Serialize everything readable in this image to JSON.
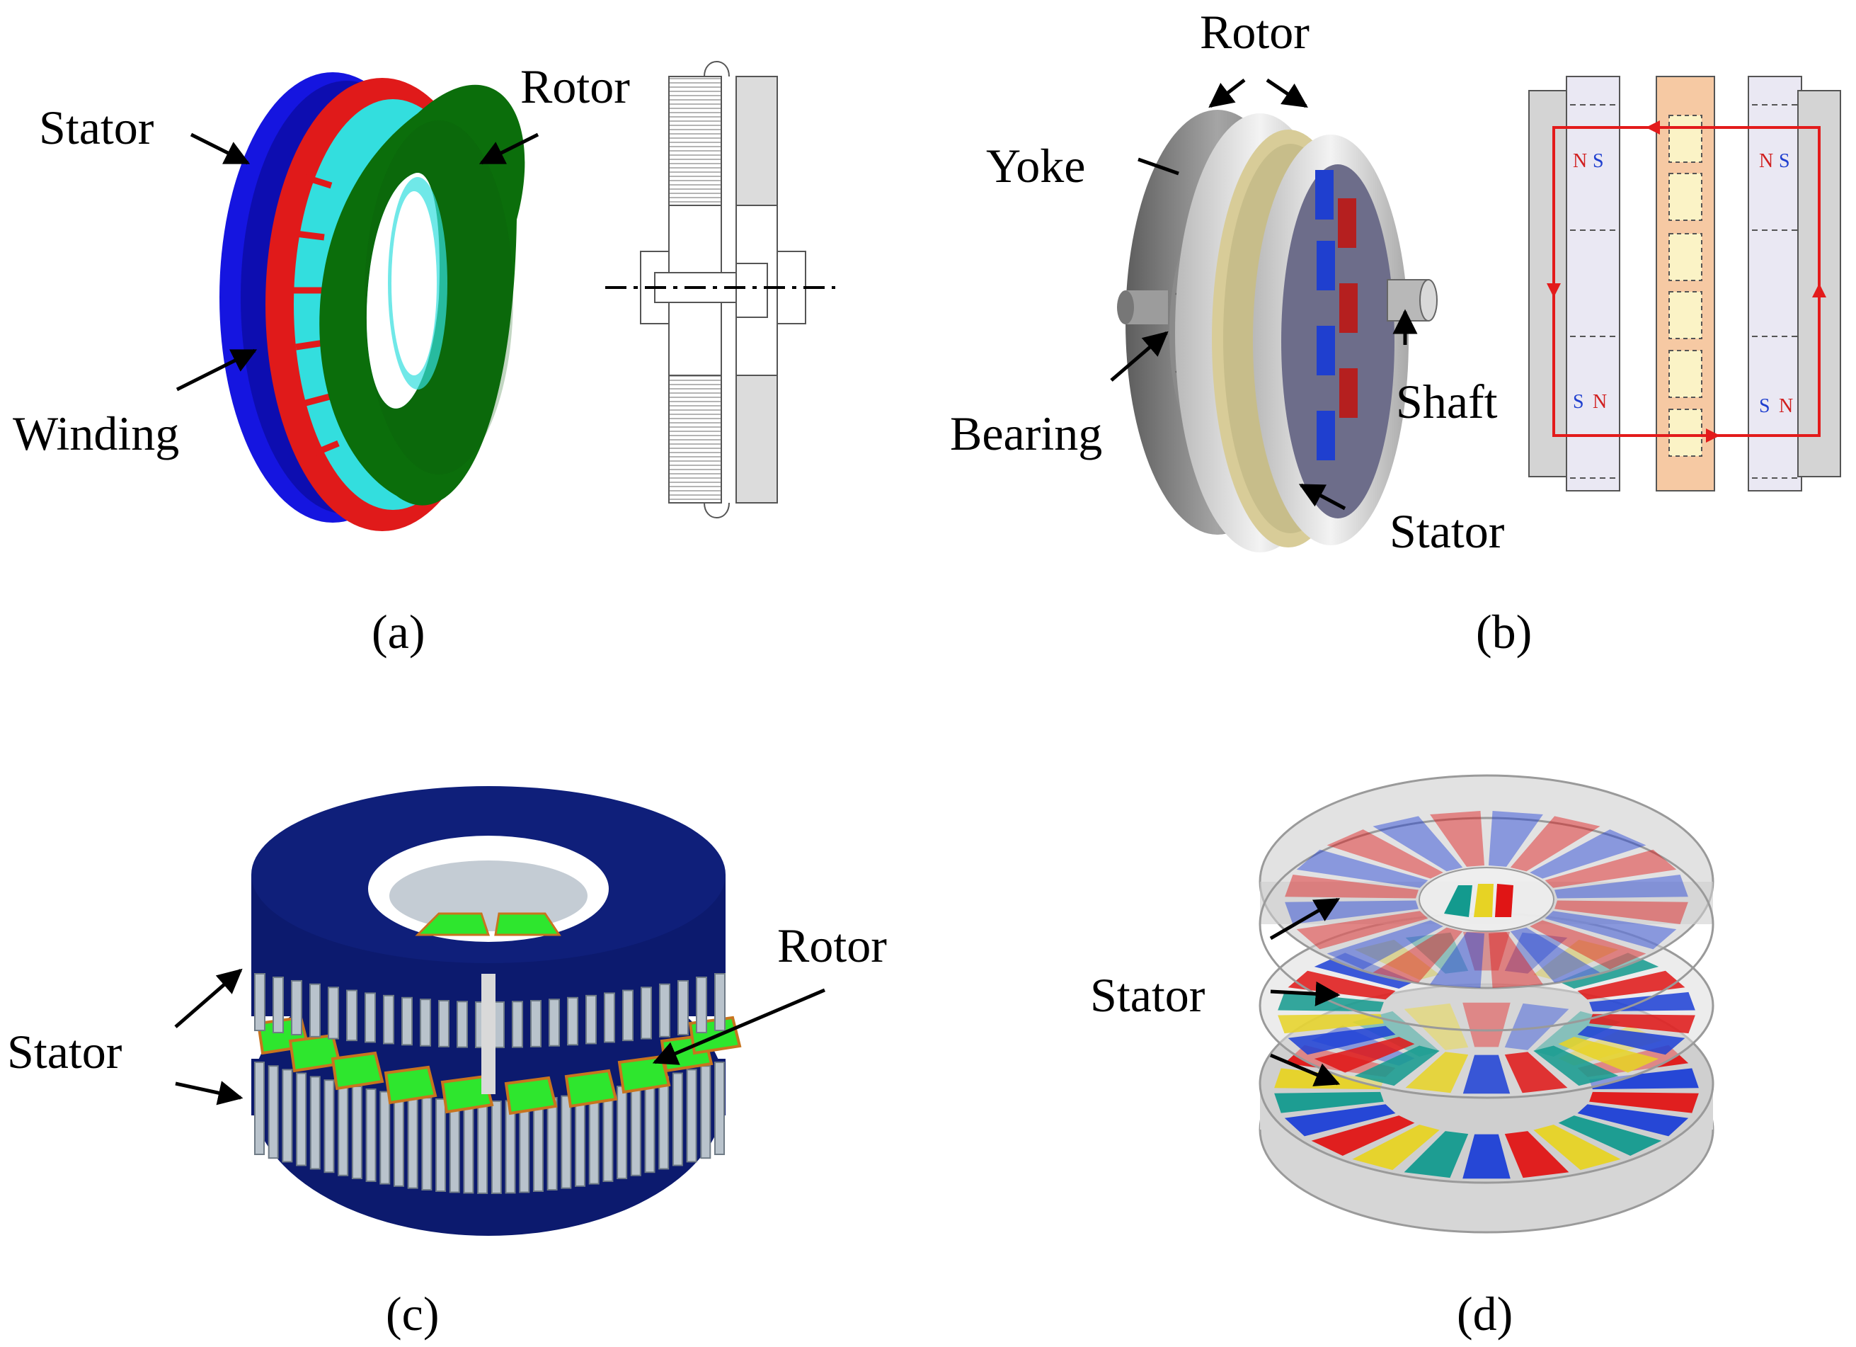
{
  "panel_a": {
    "caption": "(a)",
    "labels": {
      "stator": "Stator",
      "rotor": "Rotor",
      "winding": "Winding"
    }
  },
  "panel_b": {
    "caption": "(b)",
    "labels": {
      "rotor": "Rotor",
      "yoke": "Yoke",
      "bearing": "Bearing",
      "shaft": "Shaft",
      "stator": "Stator"
    },
    "poles": {
      "north": "N",
      "south": "S"
    },
    "colors": {
      "pole_north": "#d11f1f",
      "pole_south": "#1f3fcf",
      "flux_path": "#e31b1b",
      "rotor_core": "#f6c9a3"
    }
  },
  "panel_c": {
    "caption": "(c)",
    "labels": {
      "stator": "Stator",
      "rotor": "Rotor"
    },
    "colors": {
      "stator_body": "#0c1a6e",
      "teeth": "#b9c3cc",
      "magnets": "#2ee62e"
    }
  },
  "panel_d": {
    "caption": "(d)",
    "labels": {
      "stator": "Stator"
    },
    "colors": {
      "plate": "#c8c8c8",
      "red": "#e01515",
      "blue": "#1c3fd6",
      "yellow": "#e7d324",
      "teal": "#139a8e"
    }
  },
  "colors": {
    "stator_a": "#1515e0",
    "winding_a": "#e01a1a",
    "rotor_a": "#0b6e0b",
    "slots_a": "#33dede"
  }
}
